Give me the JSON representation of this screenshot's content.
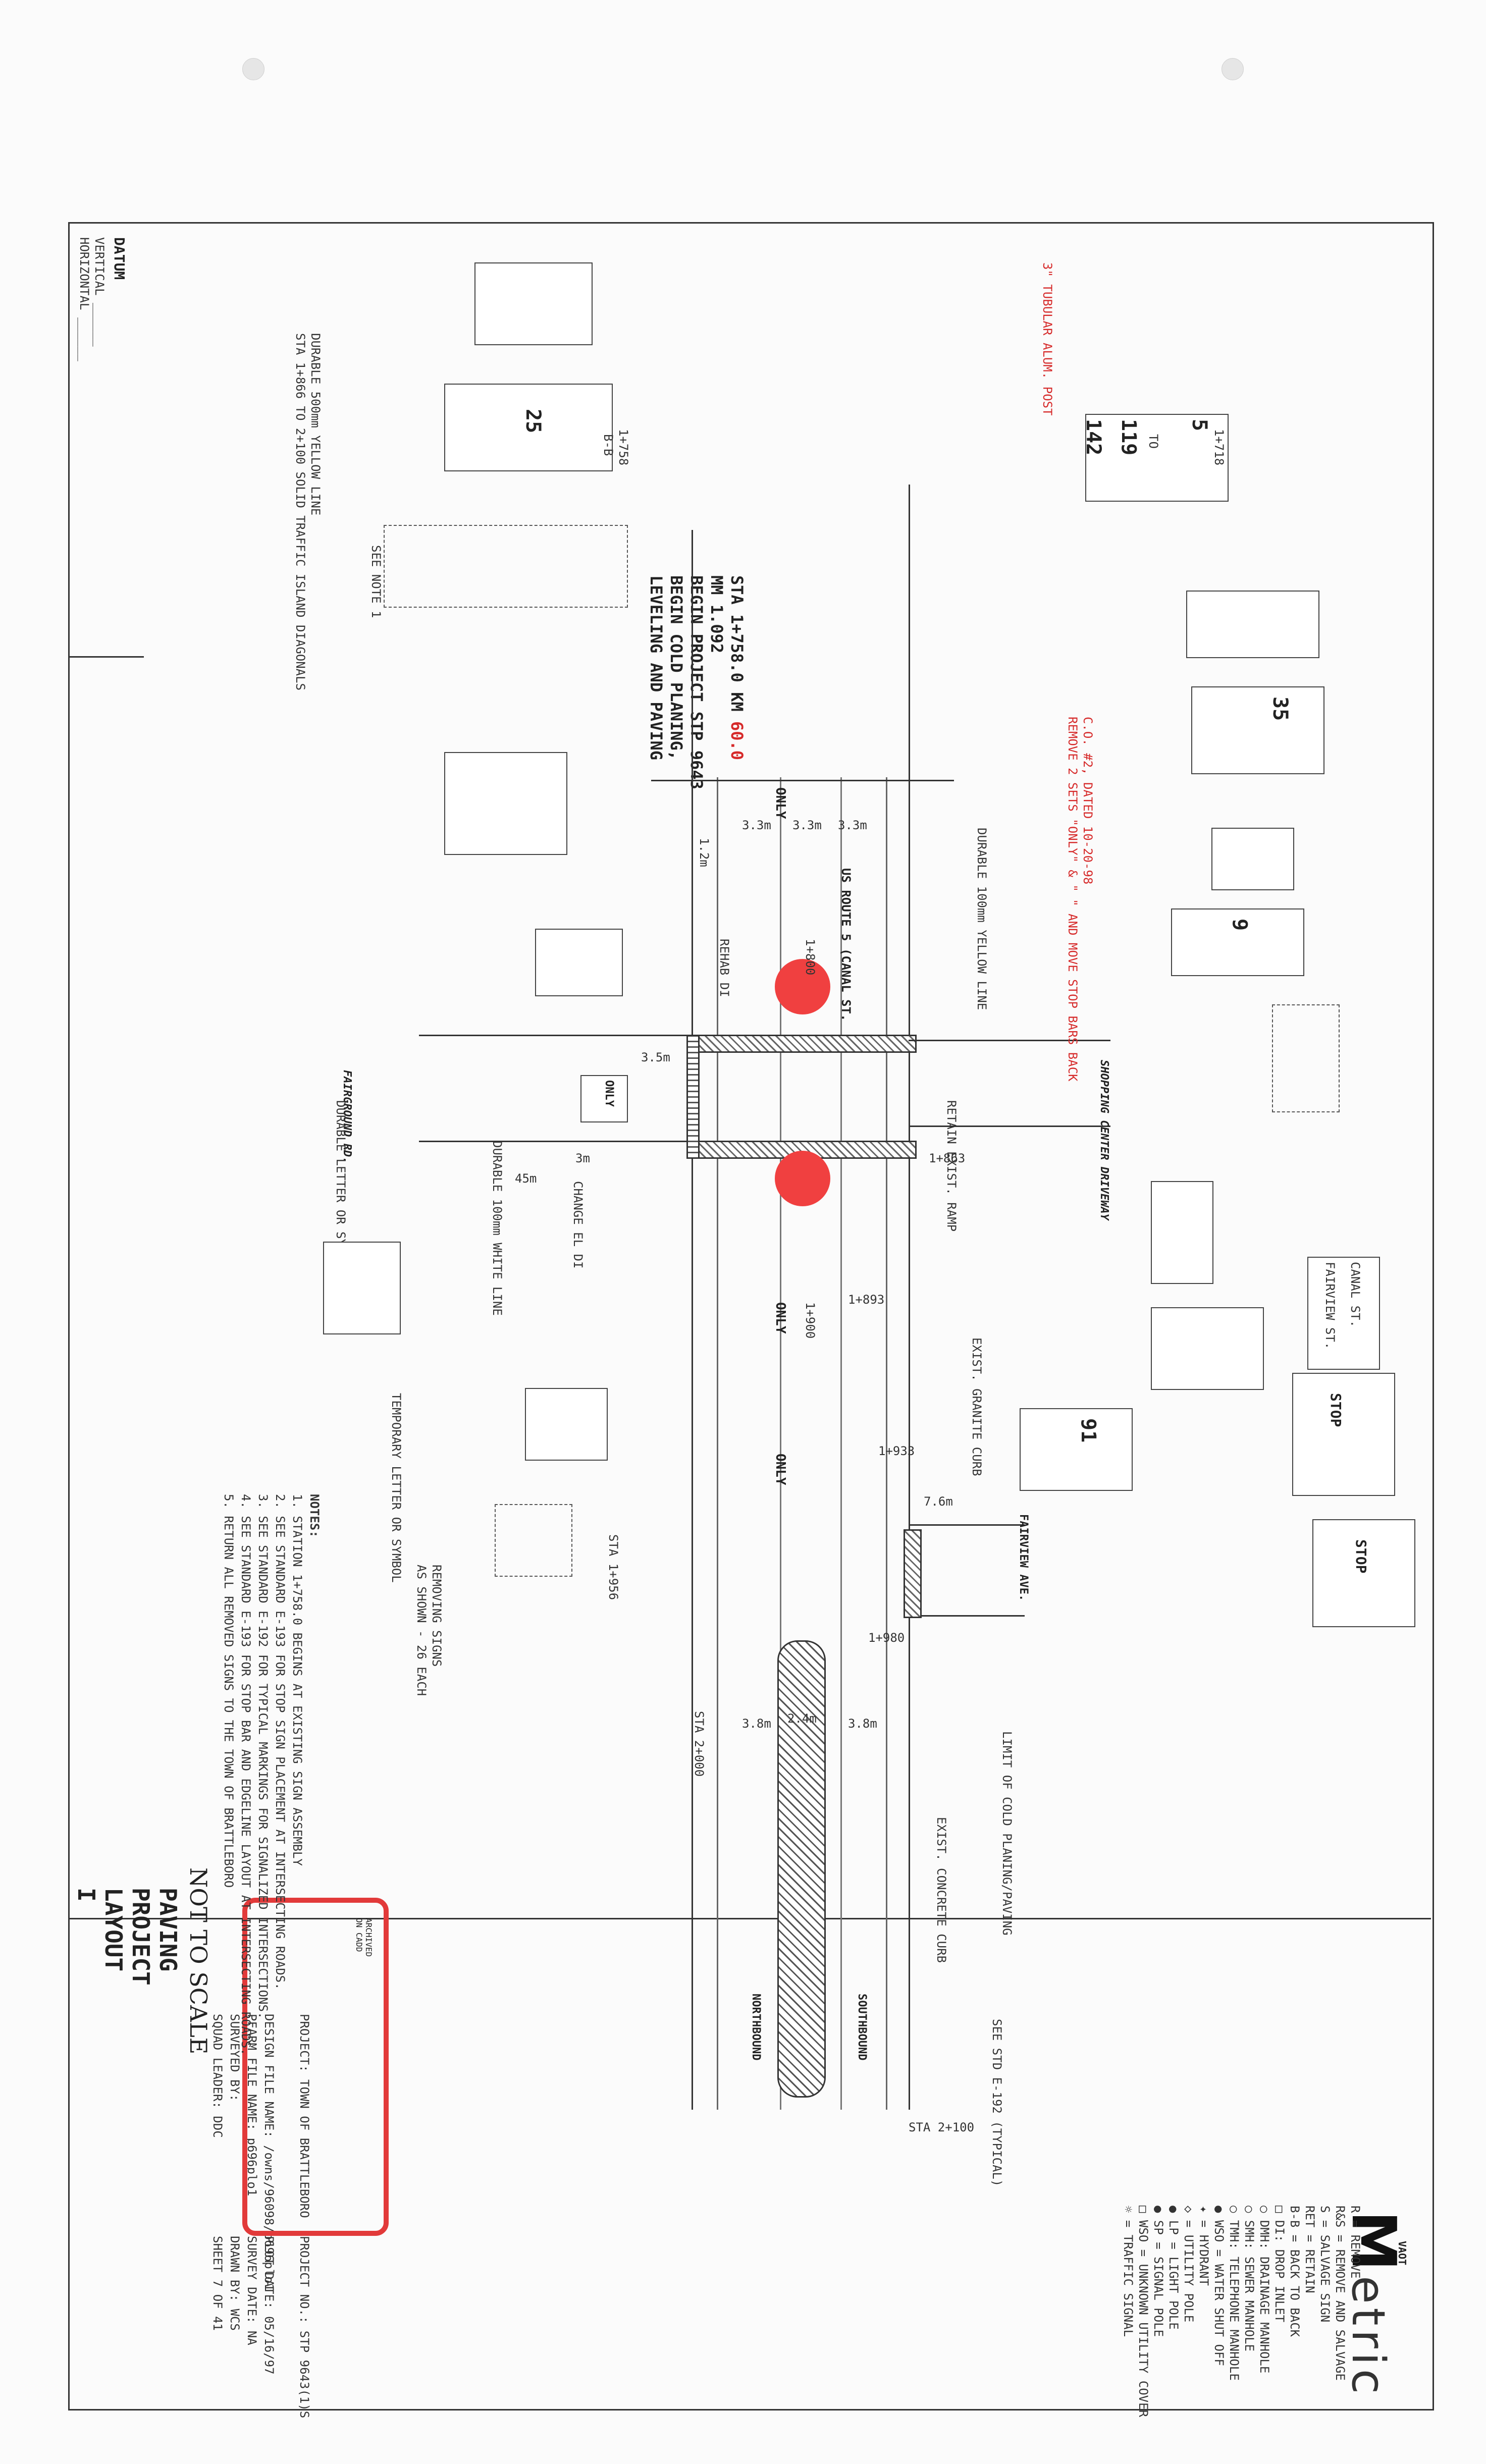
{
  "logo": {
    "text": "etric",
    "badge": "VAOT"
  },
  "title_block": {
    "title_lines": [
      "PAVING",
      "PROJECT",
      "LAYOUT",
      "I"
    ],
    "not_to_scale": "NOT TO SCALE",
    "project_label": "PROJECT:",
    "project_value": "TOWN OF BRATTLEBORO",
    "project_no_label": "PROJECT NO.:",
    "project_no_value": "STP 9643(1)S",
    "design_file_label": "DESIGN FILE NAME:",
    "design_file_value": "/owns/96098/p696plo1",
    "pfarm_file_label": "PFARM FILE NAME:",
    "pfarm_file_value": "p696plo1",
    "plot_date_label": "PLOT DATE:",
    "plot_date_value": "05/16/97",
    "surveyed_by_label": "SURVEYED BY:",
    "survey_date_label": "SURVEY DATE:",
    "survey_date_value": "NA",
    "squad_leader_label": "SQUAD LEADER:",
    "squad_leader_value": "DDC",
    "drawn_by_label": "DRAWN BY:",
    "drawn_by_value": "WCS",
    "sheet_label": "SHEET",
    "sheet_value": "7",
    "sheet_of": "OF",
    "sheet_total": "41"
  },
  "stamp": {
    "line1": "ARCHIVED",
    "line2": "ON CADD"
  },
  "datum": {
    "title": "DATUM",
    "vertical": "VERTICAL ______",
    "horizontal": "HORIZONTAL ______"
  },
  "legend": [
    "R = REMOVE",
    "R&S = REMOVE AND SALVAGE",
    "S = SALVAGE SIGN",
    "RET = RETAIN",
    "B-B = BACK TO BACK",
    "□ DI: DROP INLET",
    "○ DMH: DRAINAGE MANHOLE",
    "○ SMH: SEWER MANHOLE",
    "○ TMH: TELEPHONE MANHOLE",
    "● WSO = WATER SHUT OFF",
    "✦ = HYDRANT",
    "◇ = UTILITY POLE",
    "● LP = LIGHT POLE",
    "● SP = SIGNAL POLE",
    "□ WSO = UNKNOWN UTILITY COVER",
    "☼ = TRAFFIC SIGNAL"
  ],
  "notes": {
    "title": "NOTES:",
    "items": [
      "1. STATION 1+758.0 BEGINS AT EXISTING SIGN ASSEMBLY",
      "2. SEE STANDARD E-193 FOR STOP SIGN PLACEMENT AT INTERSECTING ROADS.",
      "3. SEE STANDARD E-192 FOR TYPICAL MARKINGS FOR SIGNALIZED INTERSECTIONS.",
      "4. SEE STANDARD E-193 FOR STOP BAR AND EDGELINE LAYOUT AT INTERSECTING ROADS.",
      "5. RETURN ALL REMOVED SIGNS TO THE TOWN OF BRATTLEBORO"
    ]
  },
  "begin_project": {
    "line1": "STA 1+758.0 KM",
    "line1_red": "60.0",
    "line2": "MM 1.092",
    "line3": "BEGIN PROJECT STP 9643",
    "line4": "BEGIN COLD PLANING,",
    "line5": "LEVELING AND PAVING"
  },
  "road_labels": {
    "us_route": "US ROUTE 5 (CANAL ST.",
    "fairground": "FAIRGROUND RD.",
    "fairview": "FAIRVIEW AVE.",
    "shopping": "SHOPPING CENTER DRIVEWAY",
    "southbound": "SOUTHBOUND",
    "northbound": "NORTHBOUND"
  },
  "stations": {
    "sta_1956": "STA 1+956",
    "sta_2000": "STA 2+000",
    "sta_2100": "STA 2+100",
    "sta_1900": "1+900",
    "sta_1800": "1+800",
    "sta_1933": "1+933",
    "sta_1893": "1+893",
    "sta_1863": "1+863",
    "sta_1980": "1+980"
  },
  "dimensions": {
    "d33a": "3.3m",
    "d33b": "3.3m",
    "d33c": "3.3m",
    "d12m": "1.2m",
    "d38a": "3.8m",
    "d38b": "3.8m",
    "d24": "2.4m",
    "d45": "45m",
    "d3": "3m",
    "d35": "3.5m",
    "d76": "7.6m"
  },
  "marking_notes": {
    "durable_yellow": "DURABLE 100mm YELLOW LINE",
    "durable_white": "DURABLE 100mm WHITE LINE",
    "retain_ramp": "RETAIN EXIST. RAMP",
    "exist_granite": "EXIST. GRANITE CURB",
    "exist_concrete": "EXIST. CONCRETE CURB",
    "limit_cold": "LIMIT OF COLD PLANING/PAVING",
    "see_std": "SEE STD E-192 (TYPICAL)",
    "removing_signs": "REMOVING SIGNS",
    "as_shown": "AS SHOWN - 26 EACH",
    "three_tubular": "3\" TUBULAR ALUM. POST",
    "co2": "C.O. #2, DATED 10-20-98",
    "remove_2": "REMOVE 2 SETS \"ONLY\" & \" \" AND MOVE STOP BARS BACK",
    "durable_500": "DURABLE 500mm YELLOW LINE",
    "traffic_island": "STA 1+866 TO 2+100 SOLID TRAFFIC ISLAND DIAGONALS",
    "see_note_1": "SEE NOTE 1",
    "change_el": "CHANGE EL DI",
    "rehab_di": "REHAB DI",
    "durable_letter": "DURABLE LETTER OR SYMBOL",
    "temp_letter": "TEMPORARY LETTER OR SYMBOL"
  },
  "signs": {
    "north5": "5",
    "to": "TO",
    "r119": "119",
    "r142": "142",
    "speed25": "25",
    "speed35": "35",
    "jct9": "9",
    "jct91": "91",
    "stop": "STOP",
    "canal_st": "CANAL ST.",
    "fairview_st": "FAIRVIEW ST.",
    "only": "ONLY",
    "b_b": "B-B",
    "sta_1758": "1+758",
    "sta_1718": "1+718"
  }
}
